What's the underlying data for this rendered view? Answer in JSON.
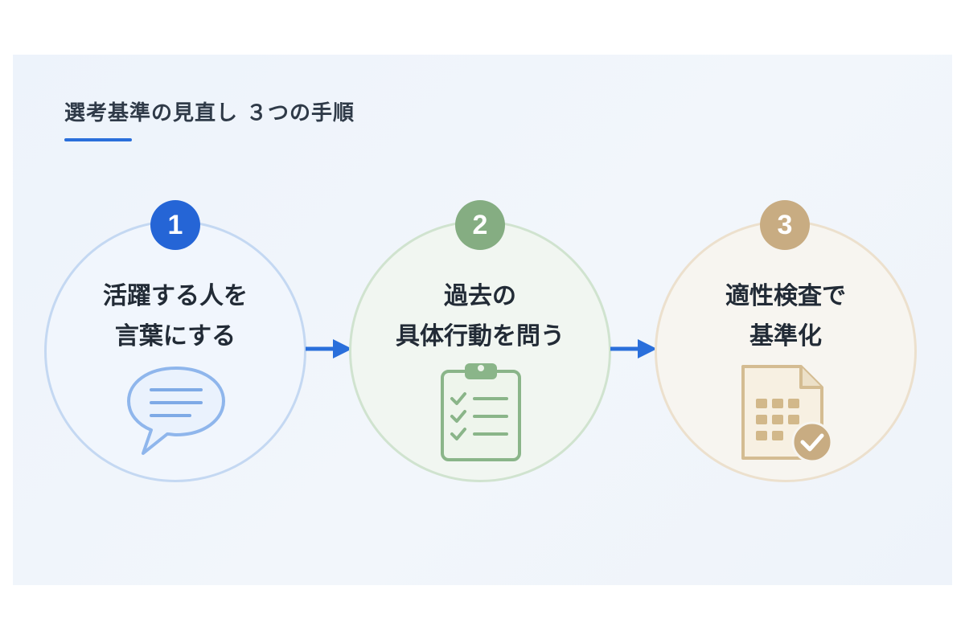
{
  "title": "選考基準の見直し ３つの手順",
  "colors": {
    "accent_blue": "#2565d6",
    "accent_green": "#85ad82",
    "accent_gold": "#c8ac82"
  },
  "steps": [
    {
      "number": "1",
      "lines": [
        "活躍する人を",
        "言葉にする"
      ],
      "icon": "speech-bubble-icon"
    },
    {
      "number": "2",
      "lines": [
        "過去の",
        "具体行動を問う"
      ],
      "icon": "checklist-clipboard-icon"
    },
    {
      "number": "3",
      "lines": [
        "適性検査で",
        "基準化"
      ],
      "icon": "spreadsheet-check-icon"
    }
  ]
}
